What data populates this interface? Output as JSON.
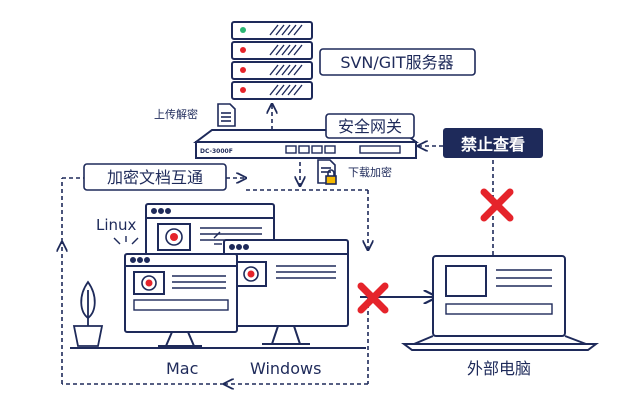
{
  "colors": {
    "line": "#1e2a5a",
    "dash": "#1e2a5a",
    "red": "#e5242b",
    "white": "#ffffff",
    "bg": "#ffffff"
  },
  "labels": {
    "server": "SVN/GIT服务器",
    "gateway": "安全网关",
    "block": "禁止查看",
    "upload_decrypt": "上传解密",
    "download_encrypt": "下载加密",
    "encrypted_exchange": "加密文档互通",
    "linux": "Linux",
    "mac": "Mac",
    "windows": "Windows",
    "external": "外部电脑",
    "gateway_model": "DC-3000F"
  },
  "icons": {
    "server": "server-rack-icon",
    "gateway": "gateway-device-icon",
    "doc_up": "document-icon",
    "doc_lock": "locked-document-icon",
    "deny1": "red-x-icon",
    "deny2": "red-x-icon",
    "plant": "plant-icon",
    "laptop": "laptop-icon"
  }
}
